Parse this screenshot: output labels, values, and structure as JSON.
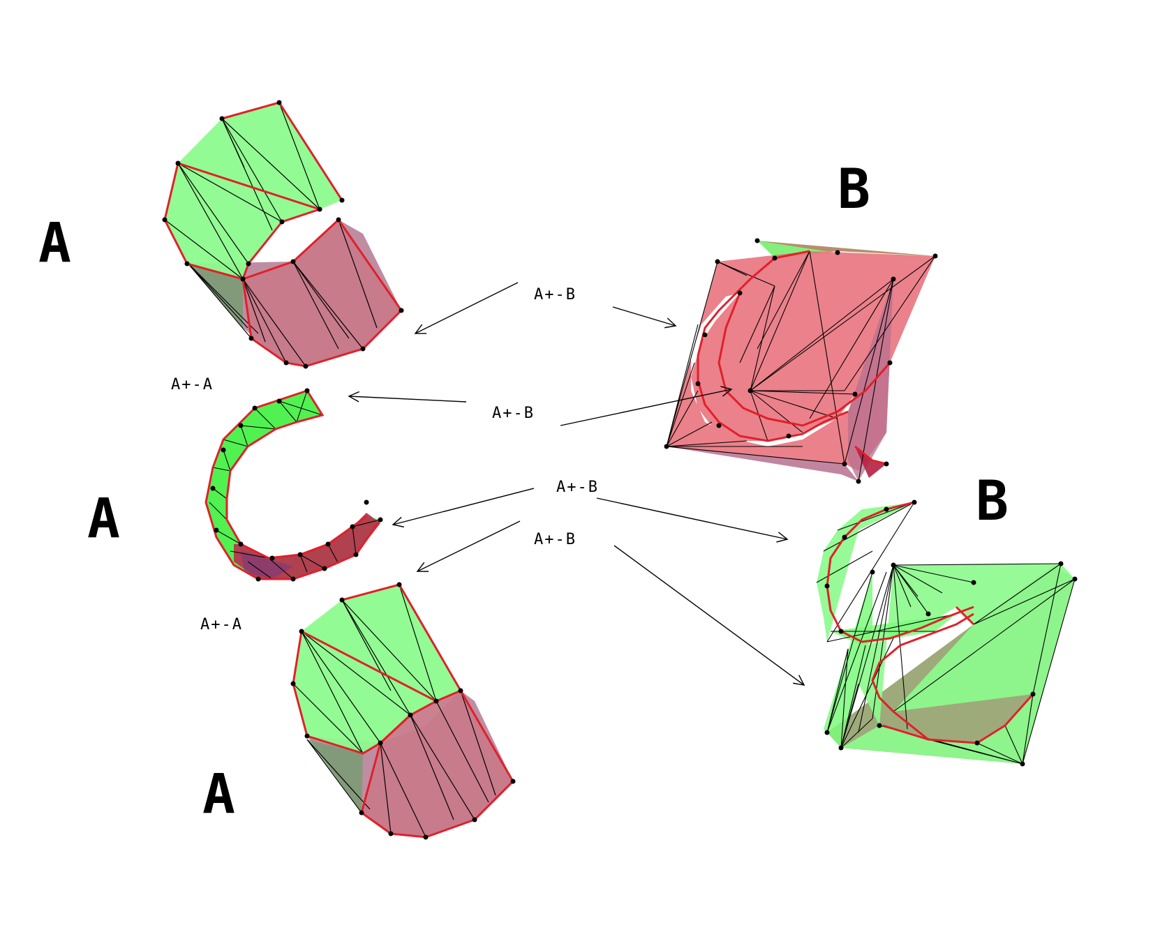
{
  "labels": {
    "a_top": "A",
    "a_middle": "A",
    "a_bottom": "A",
    "b_top": "B",
    "b_bottom": "B",
    "op_1": "A+-B",
    "op_2": "A+-B",
    "op_3": "A+-B",
    "op_4": "A+-B",
    "self_1": "A+-A",
    "self_2": "A+-A"
  },
  "colors": {
    "green_face": "#7dfb7d",
    "red_face": "#e8707a",
    "mauve_face": "#b7707f",
    "edge_red": "#e0202a",
    "edge_black": "#000000"
  }
}
